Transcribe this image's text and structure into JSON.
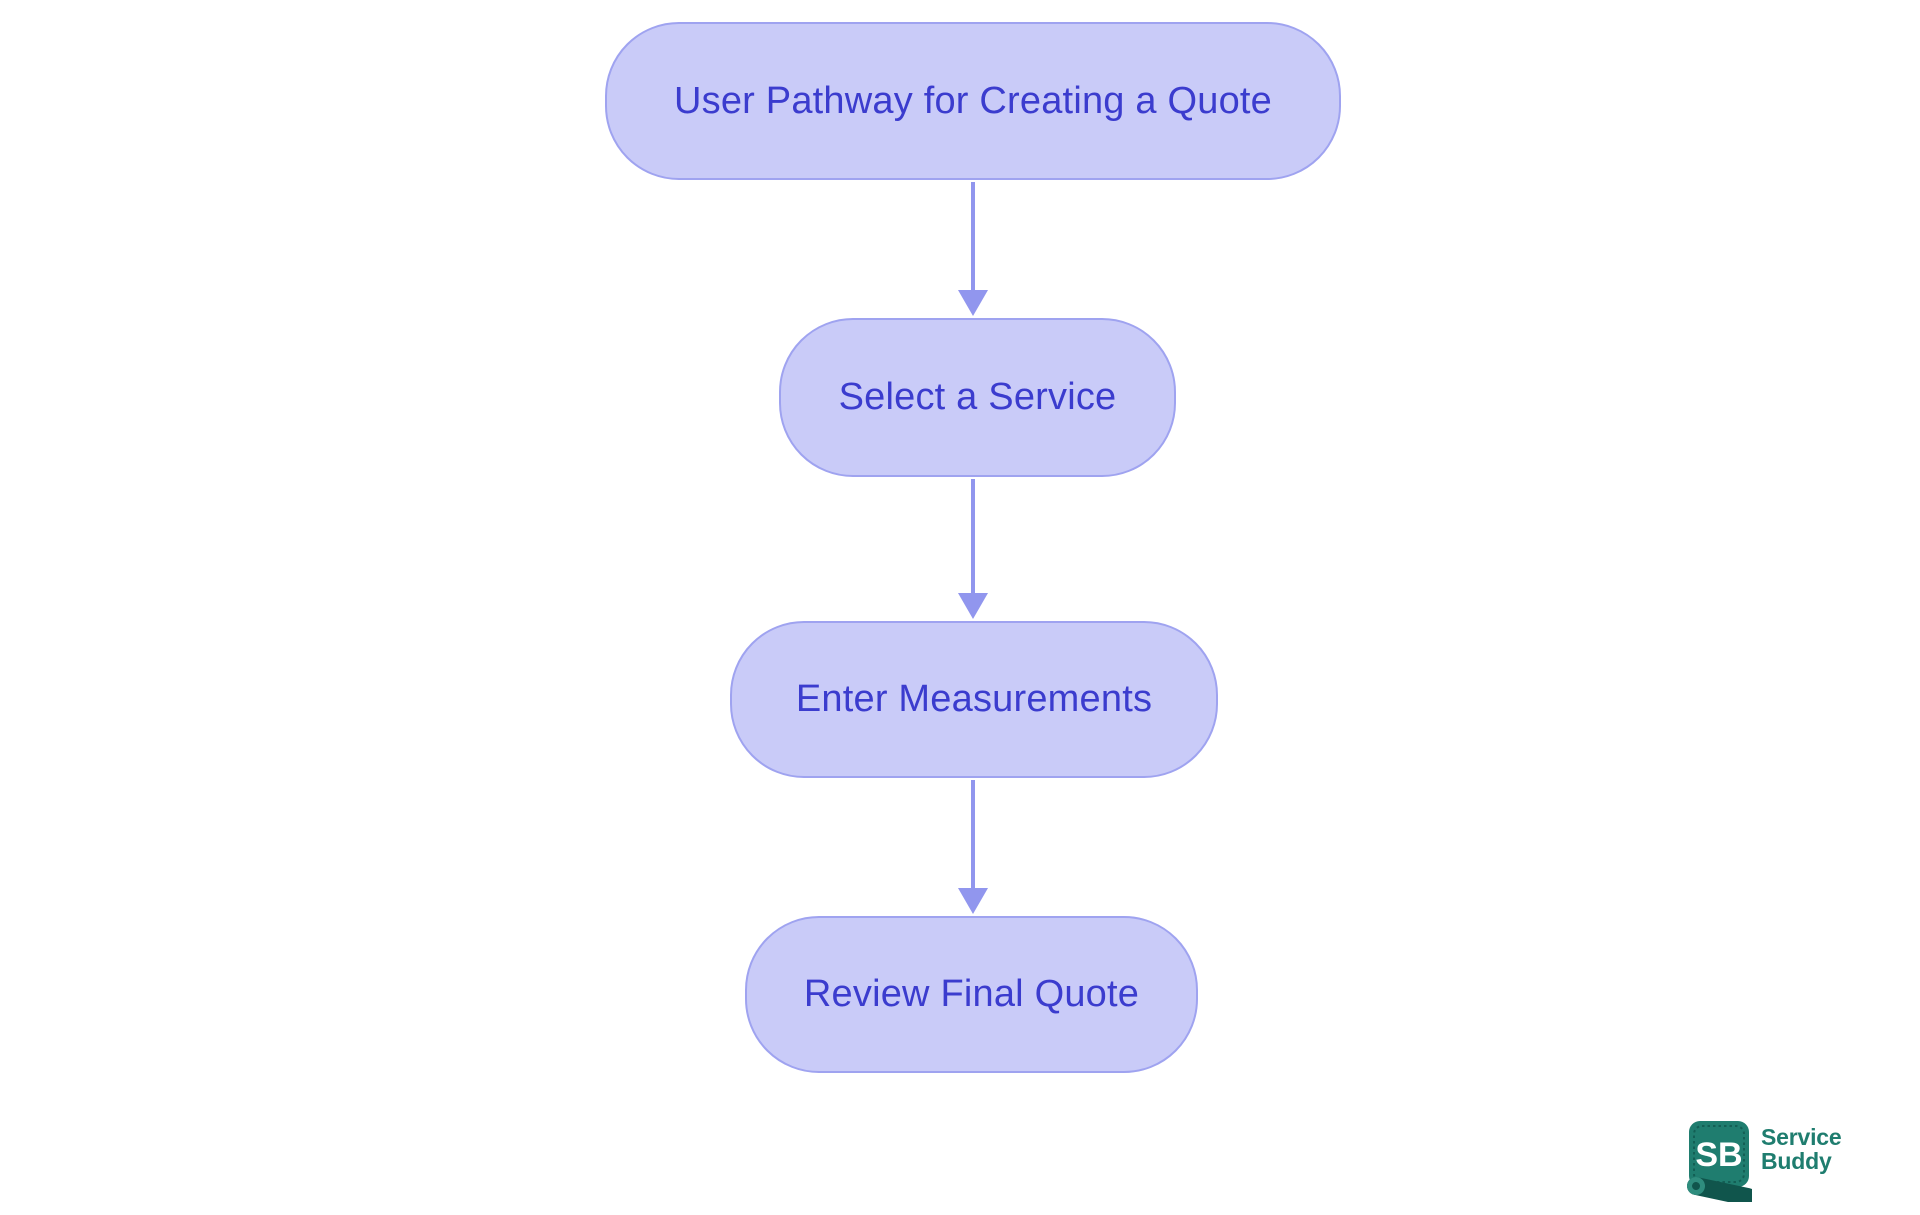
{
  "diagram": {
    "type": "flowchart",
    "direction": "top-down",
    "nodes": [
      {
        "id": "start",
        "label": "User Pathway for Creating a Quote"
      },
      {
        "id": "select-service",
        "label": "Select a Service"
      },
      {
        "id": "enter-measurements",
        "label": "Enter Measurements"
      },
      {
        "id": "review-final-quote",
        "label": "Review Final Quote"
      }
    ],
    "edges": [
      {
        "from": "start",
        "to": "select-service"
      },
      {
        "from": "select-service",
        "to": "enter-measurements"
      },
      {
        "from": "enter-measurements",
        "to": "review-final-quote"
      }
    ],
    "colors": {
      "background": "#ffffff",
      "node_fill": "#c9cbf8",
      "node_border": "#9fa3f0",
      "node_text": "#3b3cce",
      "arrow": "#9196ee"
    }
  },
  "logo": {
    "icon_text": "SB",
    "brand_line1": "Service",
    "brand_line2": "Buddy",
    "teal": "#1f7d6f",
    "teal_dark": "#10554c"
  }
}
